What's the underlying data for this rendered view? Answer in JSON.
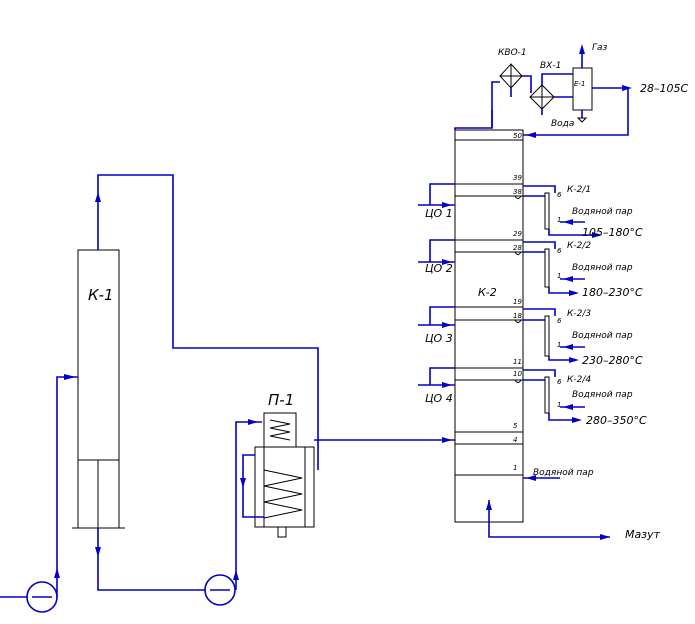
{
  "colors": {
    "line": "#0000c8",
    "equipment": "#000000",
    "background": "#ffffff"
  },
  "equipment": {
    "column_k1": "К-1",
    "furnace_p1": "П-1",
    "column_k2": "К-2",
    "air_cooler": "КВО-1",
    "water_cooler": "ВХ-1",
    "separator": "Е-1",
    "strippers": [
      "К-2/1",
      "К-2/2",
      "К-2/3",
      "К-2/4"
    ]
  },
  "streams": {
    "gas": "Газ",
    "water": "Вода",
    "gasoline": "28–105С",
    "mazut": "Мазут",
    "steam_main": "Водяной пар",
    "fractions": [
      "105–180°С",
      "180–230°С",
      "230–280°С",
      "280–350°С"
    ],
    "stripper_steam": [
      "Водяной пар",
      "Водяной пар",
      "Водяной пар",
      "Водяной пар"
    ],
    "pump_arounds": [
      "ЦО 1",
      "ЦО 2",
      "ЦО 3",
      "ЦО 4"
    ]
  },
  "trays": {
    "top": "50",
    "list": [
      "39",
      "38",
      "29",
      "28",
      "19",
      "18",
      "11",
      "10",
      "5",
      "4",
      "1"
    ]
  },
  "stripper_trays": {
    "top": [
      "6",
      "6",
      "6",
      "6"
    ],
    "bottom": [
      "1",
      "1",
      "1",
      "1"
    ]
  }
}
